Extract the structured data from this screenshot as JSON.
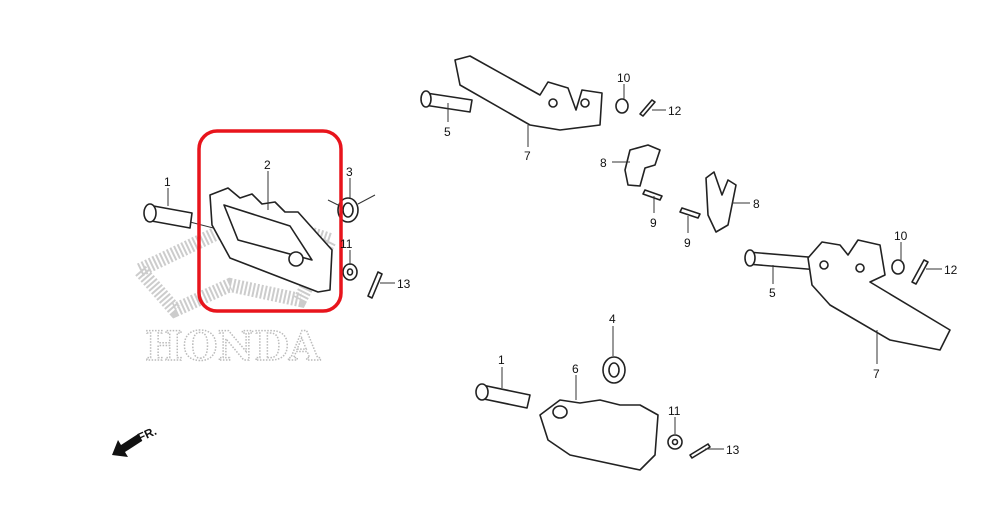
{
  "watermark": {
    "brand": "HONDA"
  },
  "direction_marker": {
    "label": "FR."
  },
  "highlight": {
    "color": "#e8141c",
    "part_number": "2"
  },
  "callouts": {
    "left_pin": "1",
    "left_peg": "2",
    "left_spring": "3",
    "left_washer": "11",
    "left_cotter": "13",
    "top_pin": "5",
    "top_bracket": "7",
    "top_washer": "10",
    "top_cotter": "12",
    "clip_a": "8",
    "bolt_a": "9",
    "bolt_b": "9",
    "clip_b": "8",
    "right_washer": "10",
    "right_cotter": "12",
    "right_pin": "5",
    "right_bracket": "7",
    "bottom_spring": "4",
    "bottom_peg": "6",
    "bottom_pin": "1",
    "bottom_washer": "11",
    "bottom_cotter": "13"
  }
}
